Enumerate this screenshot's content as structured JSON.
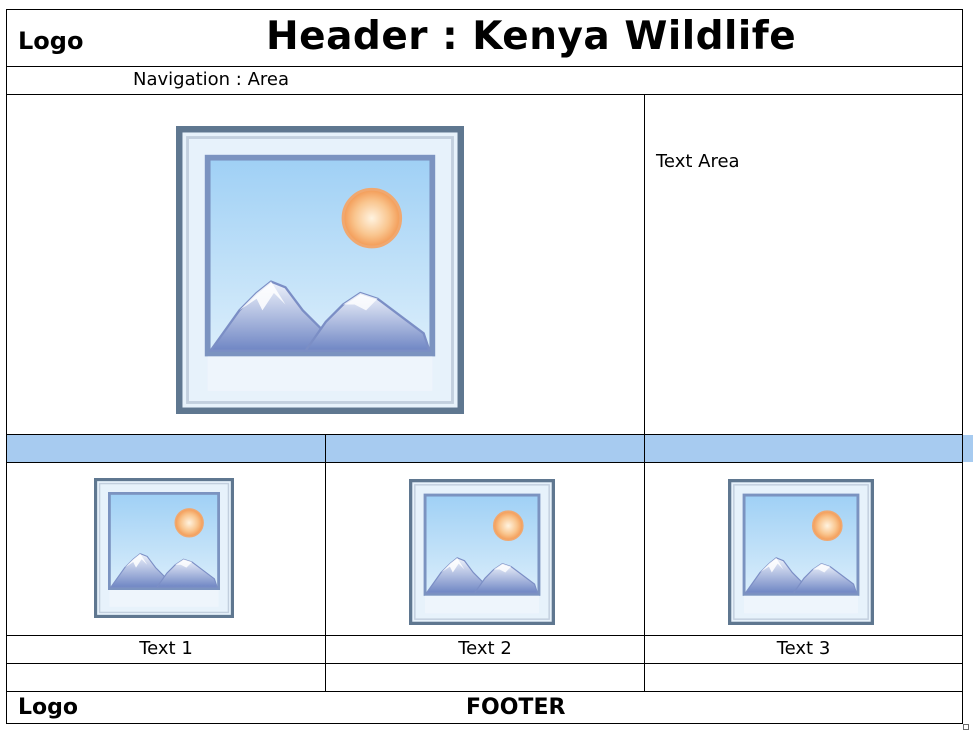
{
  "header": {
    "logo": "Logo",
    "title": "Header : Kenya Wildlife"
  },
  "navigation": {
    "label": "Navigation :  Area"
  },
  "main": {
    "image_icon": "picture-placeholder-icon",
    "text_area": "Text Area"
  },
  "thumbnails": [
    {
      "icon": "picture-placeholder-icon",
      "caption": "Text 1"
    },
    {
      "icon": "picture-placeholder-icon",
      "caption": "Text 2"
    },
    {
      "icon": "picture-placeholder-icon",
      "caption": "Text 3"
    }
  ],
  "footer": {
    "logo": "Logo",
    "label": "FOOTER"
  },
  "colors": {
    "band": "#a7cbf0",
    "frame": "#5f7790",
    "sky": "#b8dcf6",
    "sun": "#f6b07a"
  }
}
